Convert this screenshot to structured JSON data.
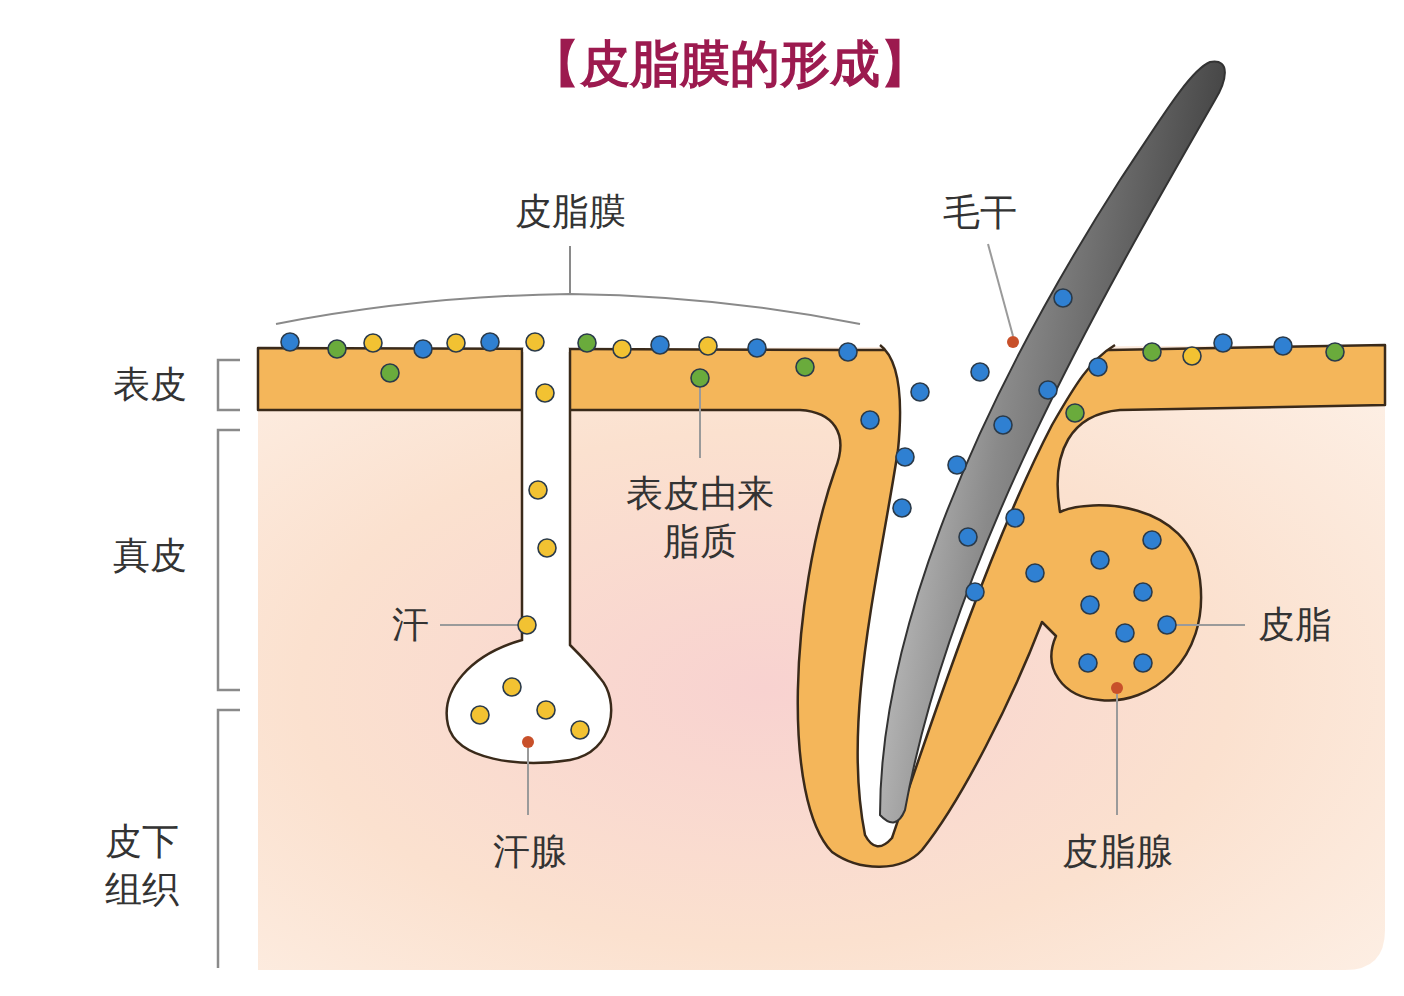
{
  "diagram": {
    "title": "【皮脂膜的形成】",
    "labels": [
      "皮脂膜",
      "毛干",
      "表皮",
      "真皮",
      "皮下 组织",
      "表皮由来 脂质",
      "汗",
      "汗腺",
      "皮脂",
      "皮脂腺"
    ]
  }
}
